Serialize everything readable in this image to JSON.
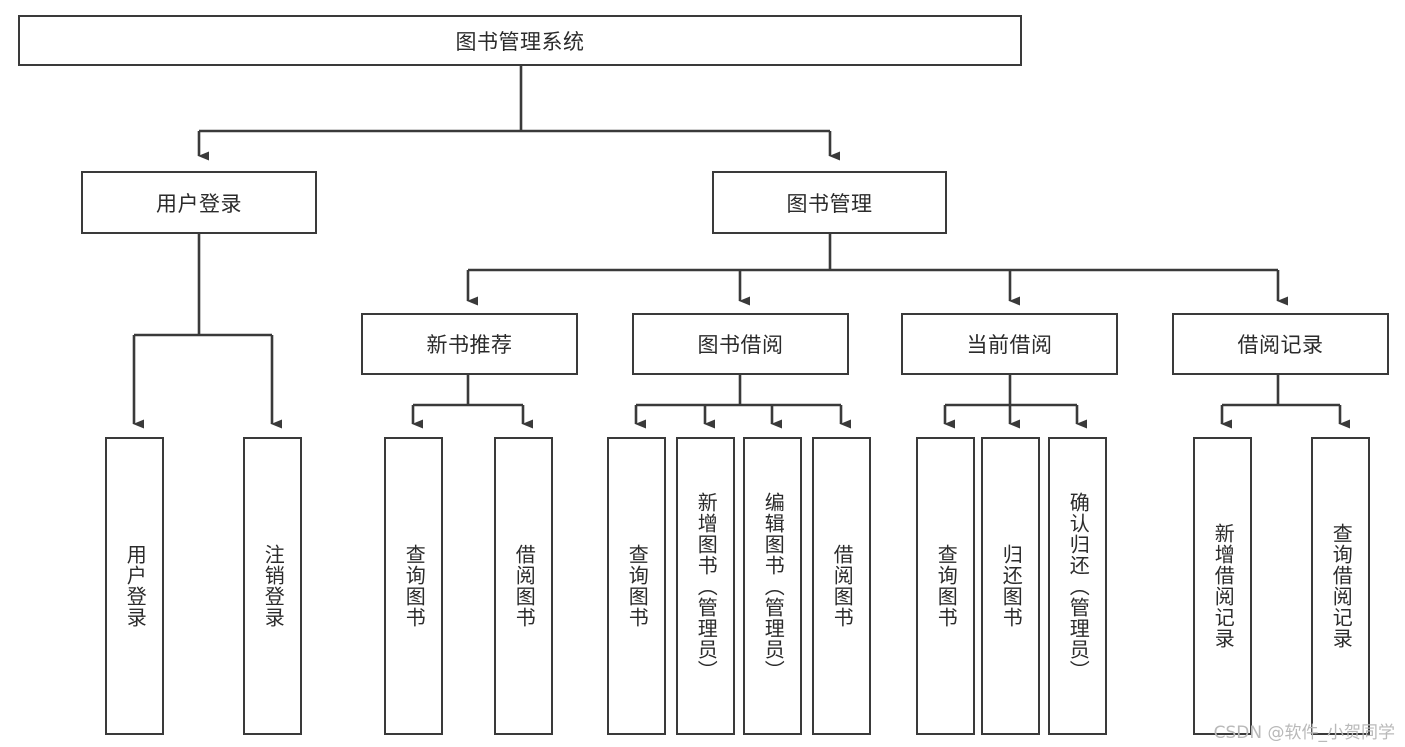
{
  "diagram": {
    "title": "图书管理系统",
    "type": "tree-hierarchy",
    "root": {
      "id": "root",
      "label": "图书管理系统"
    },
    "level1": [
      {
        "id": "user-login",
        "label": "用户登录"
      },
      {
        "id": "book-management",
        "label": "图书管理"
      }
    ],
    "level2": [
      {
        "id": "new-book-recommend",
        "label": "新书推荐",
        "parent": "book-management"
      },
      {
        "id": "book-borrow",
        "label": "图书借阅",
        "parent": "book-management"
      },
      {
        "id": "current-borrow",
        "label": "当前借阅",
        "parent": "book-management"
      },
      {
        "id": "borrow-record",
        "label": "借阅记录",
        "parent": "book-management"
      }
    ],
    "leaves": {
      "user-login": [
        {
          "id": "leaf-user-login",
          "label": "用户登录"
        },
        {
          "id": "leaf-logout",
          "label": "注销登录"
        }
      ],
      "new-book-recommend": [
        {
          "id": "leaf-query-book-1",
          "label": "查询图书"
        },
        {
          "id": "leaf-borrow-book-1",
          "label": "借阅图书"
        }
      ],
      "book-borrow": [
        {
          "id": "leaf-query-book-2",
          "label": "查询图书"
        },
        {
          "id": "leaf-add-book",
          "label": "新增图书（管理员）"
        },
        {
          "id": "leaf-edit-book",
          "label": "编辑图书（管理员）"
        },
        {
          "id": "leaf-borrow-book-2",
          "label": "借阅图书"
        }
      ],
      "current-borrow": [
        {
          "id": "leaf-query-book-3",
          "label": "查询图书"
        },
        {
          "id": "leaf-return-book",
          "label": "归还图书"
        },
        {
          "id": "leaf-confirm-return",
          "label": "确认归还（管理员）"
        }
      ],
      "borrow-record": [
        {
          "id": "leaf-add-record",
          "label": "新增借阅记录"
        },
        {
          "id": "leaf-query-record",
          "label": "查询借阅记录"
        }
      ]
    },
    "colors": {
      "border": "#3a3a3a",
      "text": "#2b2b2b",
      "background": "#ffffff",
      "watermark": "#b9b9b9"
    }
  },
  "watermark": {
    "text": "CSDN @软件_小贺同学"
  }
}
